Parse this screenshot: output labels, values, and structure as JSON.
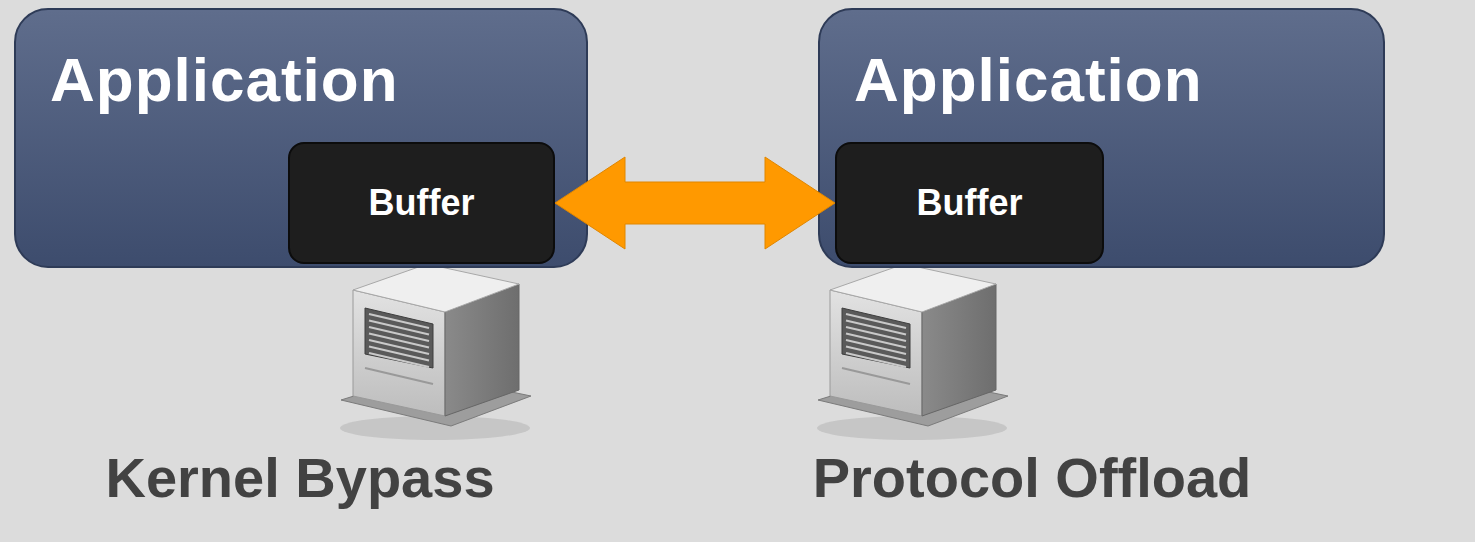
{
  "diagram": {
    "nodes": [
      {
        "text": [
          "Application"
        ]
      },
      {
        "text": [
          "Buffer"
        ],
        "in": 0
      },
      {
        "text": [
          "Application"
        ]
      },
      {
        "text": [
          "Buffer"
        ],
        "in": 2
      }
    ],
    "edges": [
      {
        "from": 1,
        "to": 3,
        "arrow": "both"
      }
    ],
    "labels": [
      "Kernel Bypass",
      "Protocol Offload"
    ]
  }
}
